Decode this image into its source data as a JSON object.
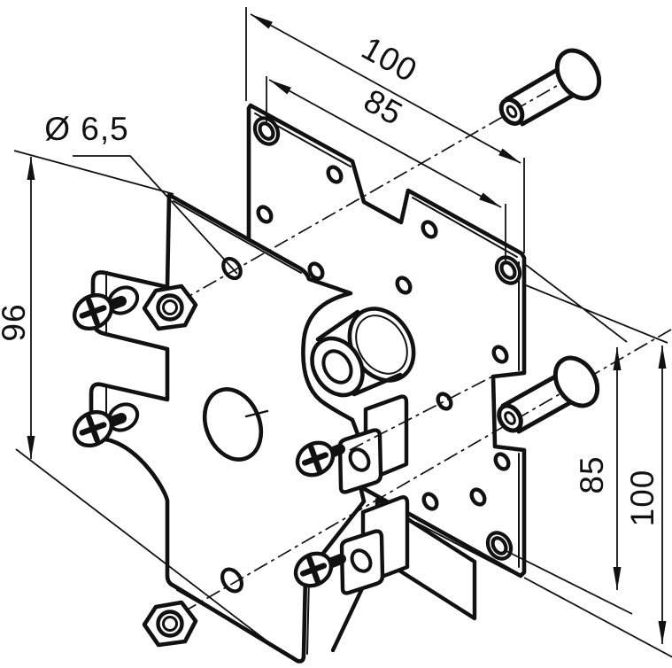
{
  "drawing": {
    "background": "#ffffff",
    "line_color": "#111111",
    "labels": {
      "dim_top_outer": "100",
      "dim_top_inner": "85",
      "dim_hole_dia": "Ø 6,5",
      "dim_left": "96",
      "dim_right_inner": "85",
      "dim_right_outer": "100"
    }
  }
}
